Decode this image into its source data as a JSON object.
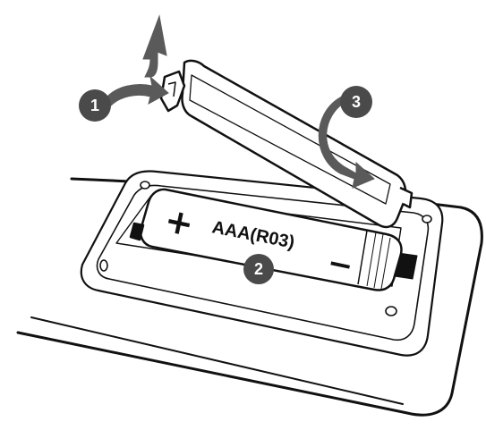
{
  "steps": [
    {
      "number": "1",
      "action": "release latch"
    },
    {
      "number": "2",
      "action": "insert batteries"
    },
    {
      "number": "3",
      "action": "close cover"
    }
  ],
  "battery": {
    "type_label": "AAA(R03)",
    "plus_label": "+",
    "minus_label": "−"
  },
  "colors": {
    "line": "#111111",
    "step_badge": "#4a4a4a",
    "arrow_fill": "#5a5a5a",
    "background": "#ffffff"
  }
}
